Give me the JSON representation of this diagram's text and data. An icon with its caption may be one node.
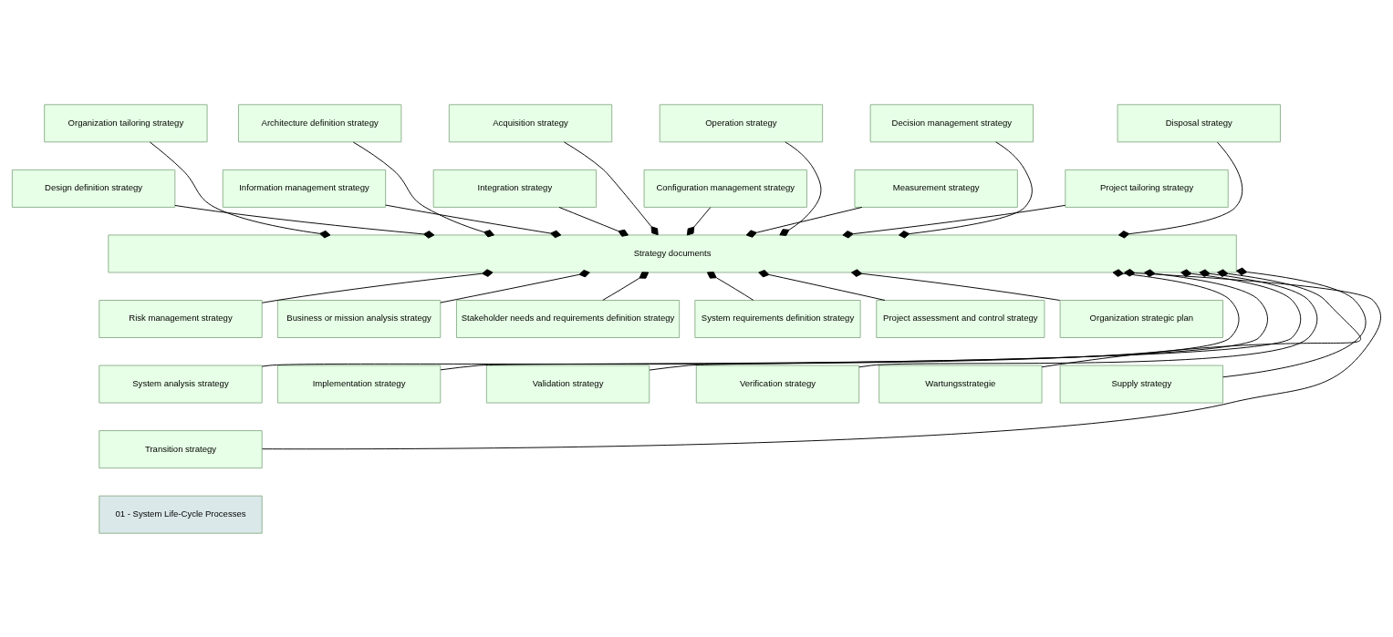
{
  "diagram": {
    "nodes": [
      {
        "text": [
          "Organization tailoring strategy"
        ]
      },
      {
        "text": [
          "Architecture definition strategy"
        ]
      },
      {
        "text": [
          "Acquisition strategy"
        ]
      },
      {
        "text": [
          "Operation strategy"
        ]
      },
      {
        "text": [
          "Decision management strategy"
        ]
      },
      {
        "text": [
          "Disposal strategy"
        ]
      },
      {
        "text": [
          "Design definition strategy"
        ]
      },
      {
        "text": [
          "Information management strategy"
        ]
      },
      {
        "text": [
          "Integration strategy"
        ]
      },
      {
        "text": [
          "Configuration management strategy"
        ]
      },
      {
        "text": [
          "Measurement strategy"
        ]
      },
      {
        "text": [
          "Project tailoring strategy"
        ]
      },
      {
        "text": [
          "Strategy documents"
        ]
      },
      {
        "text": [
          "Risk management strategy"
        ]
      },
      {
        "text": [
          "Business or mission analysis strategy"
        ]
      },
      {
        "text": [
          "Stakeholder needs and requirements definition strategy"
        ]
      },
      {
        "text": [
          "System requirements definition strategy"
        ]
      },
      {
        "text": [
          "Project assessment and control strategy"
        ]
      },
      {
        "text": [
          "Organization strategic plan"
        ]
      },
      {
        "text": [
          "System analysis strategy"
        ]
      },
      {
        "text": [
          "Implementation strategy"
        ]
      },
      {
        "text": [
          "Validation strategy"
        ]
      },
      {
        "text": [
          "Verification strategy"
        ]
      },
      {
        "text": [
          "Wartungsstrategie"
        ]
      },
      {
        "text": [
          "Supply strategy"
        ]
      },
      {
        "text": [
          "Transition strategy"
        ]
      },
      {
        "text": [
          "01 - System Life-Cycle Processes"
        ]
      }
    ],
    "edges": [
      {
        "from": 0,
        "to": 12,
        "arrow": "other"
      },
      {
        "from": 6,
        "to": 12,
        "arrow": "other"
      },
      {
        "from": 1,
        "to": 12,
        "arrow": "other"
      },
      {
        "from": 7,
        "to": 12,
        "arrow": "other"
      },
      {
        "from": 2,
        "to": 12,
        "arrow": "other"
      },
      {
        "from": 8,
        "to": 12,
        "arrow": "other"
      },
      {
        "from": 3,
        "to": 12,
        "arrow": "other"
      },
      {
        "from": 9,
        "to": 12,
        "arrow": "other"
      },
      {
        "from": 4,
        "to": 12,
        "arrow": "other"
      },
      {
        "from": 10,
        "to": 12,
        "arrow": "other"
      },
      {
        "from": 5,
        "to": 12,
        "arrow": "other"
      },
      {
        "from": 11,
        "to": 12,
        "arrow": "other"
      },
      {
        "from": 13,
        "to": 12,
        "arrow": "other"
      },
      {
        "from": 19,
        "to": 12,
        "arrow": "other"
      },
      {
        "from": 25,
        "to": 12,
        "arrow": "other"
      },
      {
        "from": 14,
        "to": 12,
        "arrow": "other"
      },
      {
        "from": 20,
        "to": 12,
        "arrow": "other"
      },
      {
        "from": 15,
        "to": 12,
        "arrow": "other"
      },
      {
        "from": 21,
        "to": 12,
        "arrow": "other"
      },
      {
        "from": 16,
        "to": 12,
        "arrow": "other"
      },
      {
        "from": 22,
        "to": 12,
        "arrow": "other"
      },
      {
        "from": 17,
        "to": 12,
        "arrow": "other"
      },
      {
        "from": 23,
        "to": 12,
        "arrow": "other"
      },
      {
        "from": 18,
        "to": 12,
        "arrow": "other"
      },
      {
        "from": 24,
        "to": 12,
        "arrow": "other"
      }
    ]
  }
}
